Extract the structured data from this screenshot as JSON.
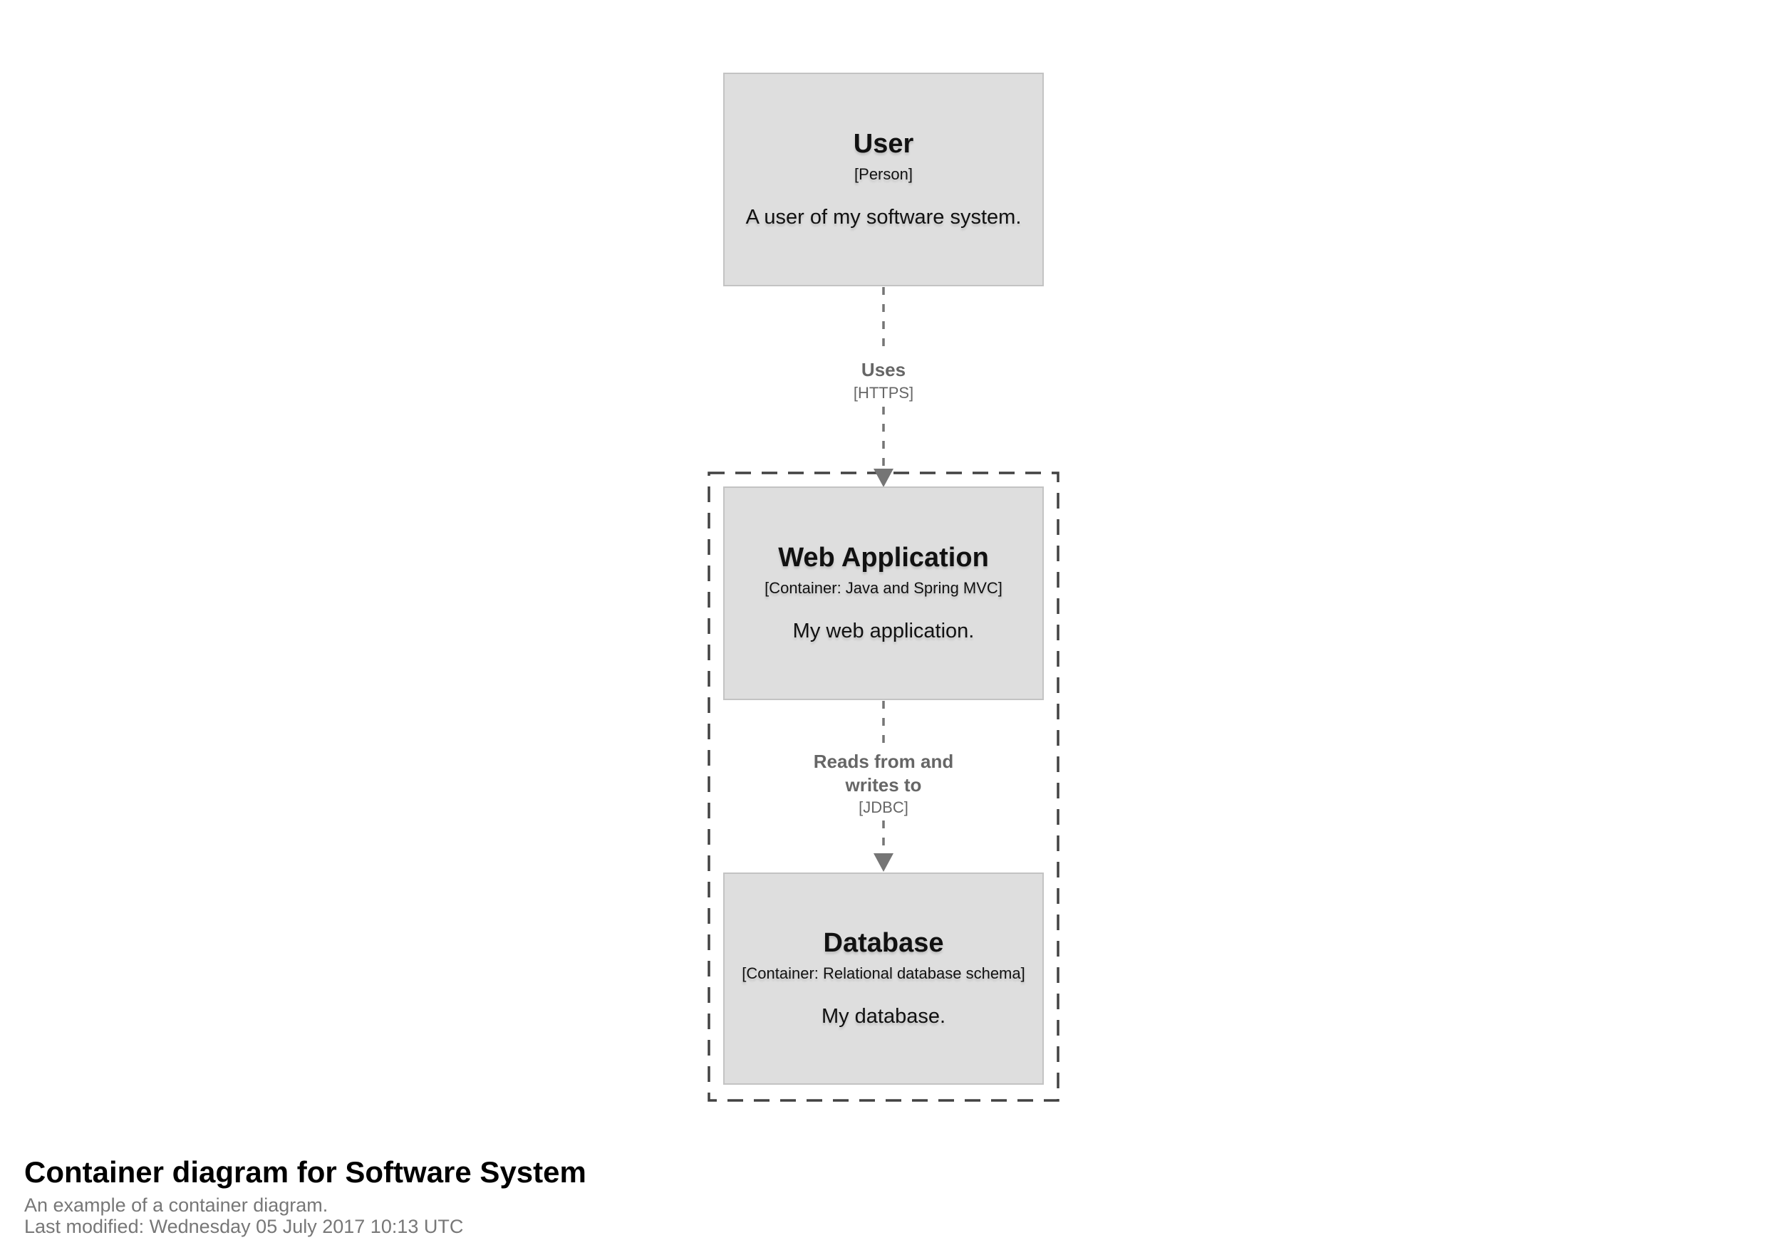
{
  "diagram": {
    "nodes": [
      {
        "id": "user",
        "title": "User",
        "meta": "[Person]",
        "description": "A user of my software system."
      },
      {
        "id": "web-application",
        "title": "Web Application",
        "meta": "[Container: Java and Spring MVC]",
        "description": "My web application."
      },
      {
        "id": "database",
        "title": "Database",
        "meta": "[Container: Relational database schema]",
        "description": "My database."
      }
    ],
    "relationships": [
      {
        "label": "Uses",
        "technology": "[HTTPS]"
      },
      {
        "label": "Reads from and writes to",
        "technology": "[JDBC]"
      }
    ]
  },
  "footer": {
    "title": "Container diagram for Software System",
    "subtitle": "An example of a container diagram.",
    "last_modified": "Last modified: Wednesday 05 July 2017 10:13 UTC"
  },
  "colors": {
    "background": "#ffffff",
    "node_fill": "#dedede",
    "node_border": "#c3c3c3",
    "node_text": "#111111",
    "relationship_color": "#757575",
    "label_color": "#666666",
    "boundary_color": "#424242",
    "footer_title_color": "#000000",
    "footer_meta_color": "#777777"
  }
}
